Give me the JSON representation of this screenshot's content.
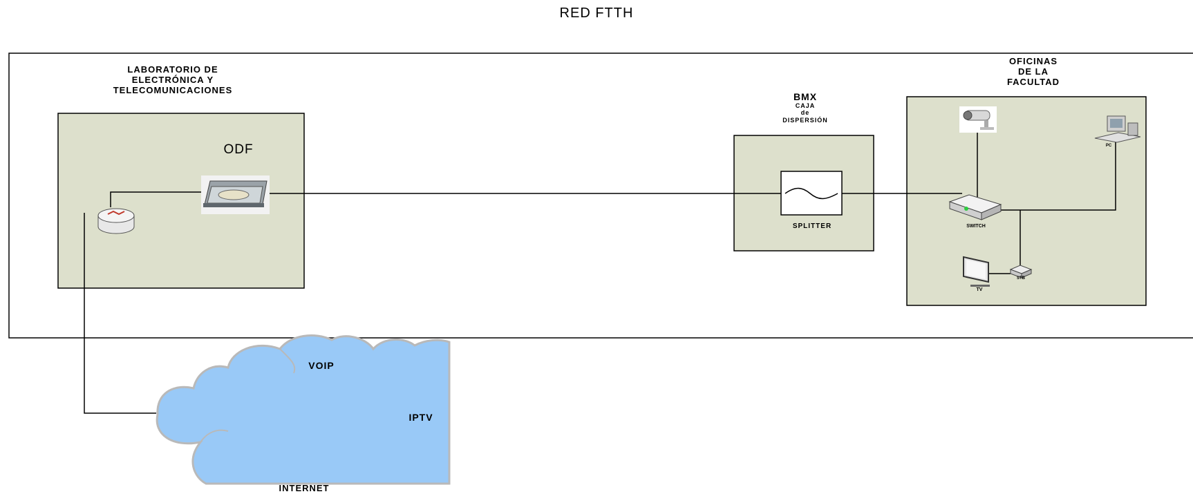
{
  "title": "RED FTTH",
  "lab": {
    "title_lines": [
      "LABORATORIO DE",
      "ELECTRÓNICA Y",
      "TELECOMUNICACIONES"
    ],
    "odf_label": "ODF"
  },
  "bmx": {
    "title": "BMX",
    "subtitle_lines": [
      "CAJA",
      "de",
      "DISPERSIÓN"
    ],
    "splitter_label": "SPLITTER"
  },
  "offices": {
    "title_lines": [
      "OFICINAS",
      "DE LA",
      "FACULTAD"
    ],
    "switch_label": "SWITCH",
    "tv_label": "TV",
    "stb_label": "STB",
    "pc_label": "PC"
  },
  "cloud": {
    "voip_label": "VOIP",
    "iptv_label": "IPTV",
    "internet_label": "INTERNET"
  },
  "colors": {
    "box_fill": "#dde0cc",
    "cloud_fill": "#99c9f7",
    "cloud_edge": "#b9b9b9"
  }
}
